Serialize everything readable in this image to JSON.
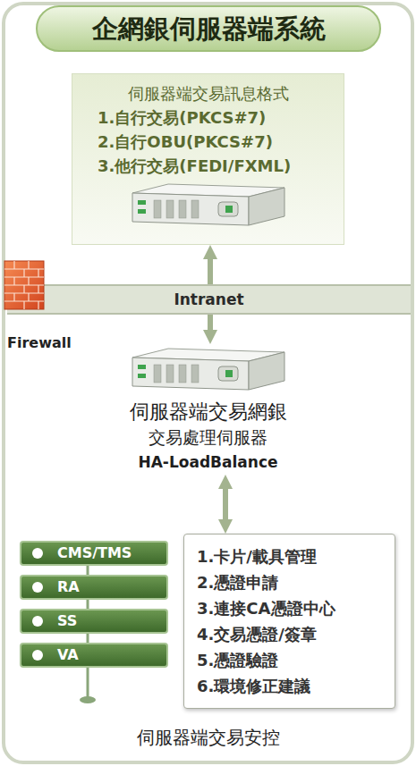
{
  "diagram": {
    "title": "企網銀伺服器端系統",
    "nodes": [
      {
        "text": [
          "伺服器端交易訊息格式",
          "1.自行交易(PKCS#7)",
          "2.自行OBU(PKCS#7)",
          "3.他行交易(FEDI/FXML)"
        ]
      },
      {
        "text": [
          "Intranet"
        ]
      },
      {
        "text": [
          "伺服器端交易網銀",
          "交易處理伺服器",
          "HA-LoadBalance"
        ]
      },
      {
        "text": [
          "CMS/TMS"
        ]
      },
      {
        "text": [
          "RA"
        ]
      },
      {
        "text": [
          "SS"
        ]
      },
      {
        "text": [
          "VA"
        ]
      },
      {
        "text": [
          "1.卡片/載具管理",
          "2.憑證申請",
          "3.連接CA憑證中心",
          "4.交易憑證/簽章",
          "5.憑證驗證",
          "6.環境修正建議"
        ]
      }
    ],
    "edges": [
      {
        "from": 0,
        "to": 2,
        "arrow": "both"
      },
      {
        "from": 2,
        "to": 7,
        "arrow": "both"
      },
      {
        "from": 3,
        "to": 4,
        "arrow": "none"
      },
      {
        "from": 4,
        "to": 5,
        "arrow": "none"
      },
      {
        "from": 5,
        "to": 6,
        "arrow": "none"
      }
    ],
    "labels": [
      "Firewall",
      "伺服器端交易安控"
    ]
  }
}
